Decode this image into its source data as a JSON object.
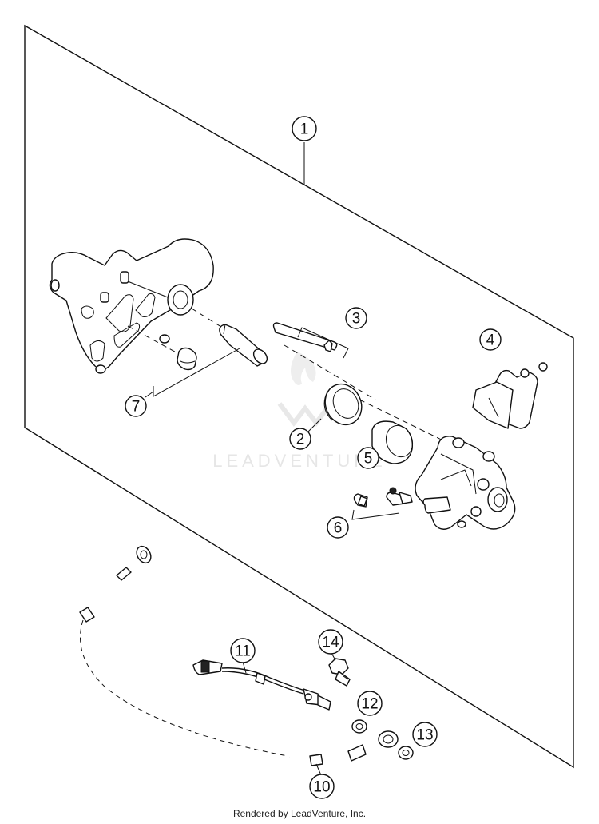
{
  "watermark": {
    "text": "LEADVENTURE"
  },
  "footer": {
    "text": "Rendered by LeadVenture, Inc."
  },
  "callouts": {
    "c1": "1",
    "c2": "2",
    "c3": "3",
    "c4": "4",
    "c5": "5",
    "c6": "6",
    "c7": "7",
    "c10": "10",
    "c11": "11",
    "c12": "12",
    "c13": "13",
    "c14": "14"
  }
}
